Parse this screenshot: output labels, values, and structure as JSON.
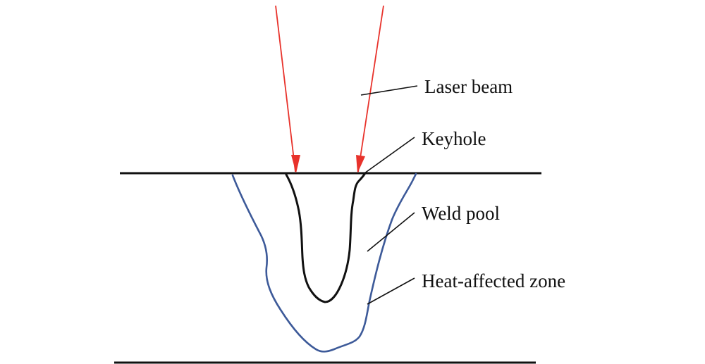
{
  "labels": {
    "laser_beam": "Laser beam",
    "keyhole": "Keyhole",
    "weld_pool": "Weld pool",
    "heat_affected_zone": "Heat-affected zone"
  },
  "colors": {
    "laser": "#e8322b",
    "keyhole": "#111111",
    "heat_affected_zone": "#3d5a99",
    "surfaces": "#111111",
    "leaders": "#111111"
  }
}
